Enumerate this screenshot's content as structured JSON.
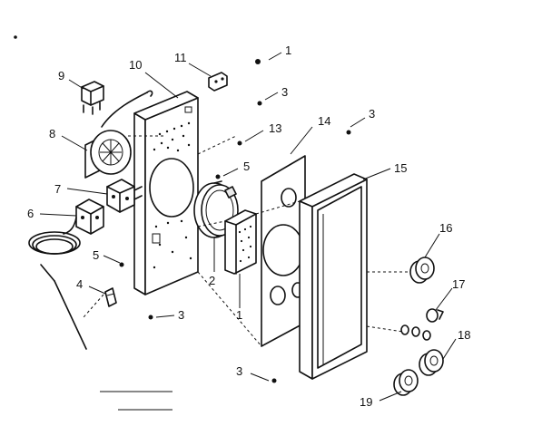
{
  "callouts": {
    "c1": "1",
    "c1b": "1",
    "c2": "2",
    "c3a": "3",
    "c3b": "3",
    "c3c": "3",
    "c3d": "3",
    "c4": "4",
    "c5a": "5",
    "c5b": "5",
    "c6": "6",
    "c7": "7",
    "c8": "8",
    "c9": "9",
    "c10": "10",
    "c11": "11",
    "c13": "13",
    "c14": "14",
    "c15": "15",
    "c16": "16",
    "c17": "17",
    "c18": "18",
    "c19": "19"
  }
}
